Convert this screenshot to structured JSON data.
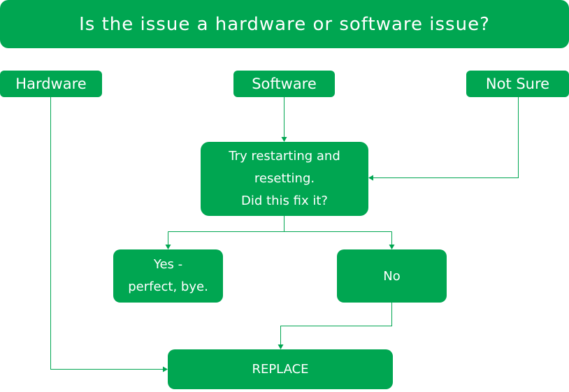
{
  "title": "Is the issue a hardware or software issue?",
  "nodes": {
    "hardware": "Hardware",
    "software": "Software",
    "not_sure": "Not Sure",
    "question": "Try restarting and\nresetting.\nDid this fix it?",
    "yes": "Yes -\nperfect, bye.",
    "no": "No",
    "replace": "REPLACE"
  },
  "colors": {
    "accent": "#00a651",
    "text": "#ffffff",
    "background": "#ffffff"
  }
}
